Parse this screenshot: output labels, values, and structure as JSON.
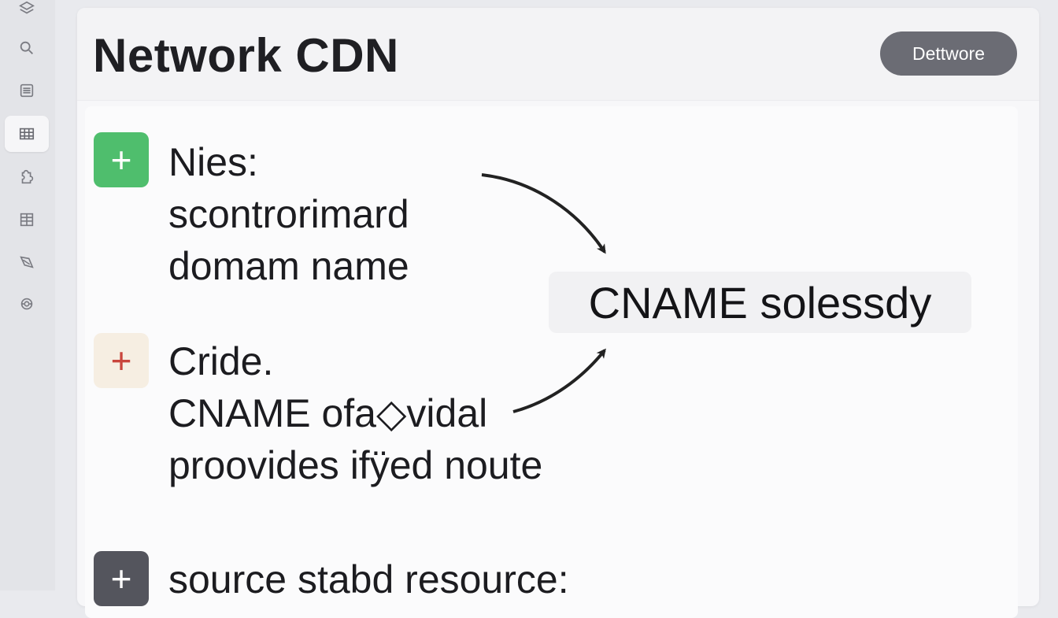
{
  "app": {
    "title": "Network CDN",
    "header_button_label": "Dettwore"
  },
  "sidebar": {
    "items": [
      {
        "icon": "layers-icon",
        "active": false
      },
      {
        "icon": "search-icon",
        "active": false
      },
      {
        "icon": "document-icon",
        "active": false
      },
      {
        "icon": "grid-icon",
        "active": true
      },
      {
        "icon": "puzzle-icon",
        "active": false
      },
      {
        "icon": "table-icon",
        "active": false
      },
      {
        "icon": "tag-icon",
        "active": false
      },
      {
        "icon": "globe-icon",
        "active": false
      }
    ]
  },
  "items": [
    {
      "icon": "plus-icon",
      "icon_bg": "#4fbe6d",
      "icon_color": "#ffffff",
      "lines": [
        "Nies:",
        "scontrorimard",
        "domam name"
      ]
    },
    {
      "icon": "plus-icon",
      "icon_bg": "#f6eee2",
      "icon_color": "#c9453c",
      "lines": [
        "Cride.",
        "CNAME ofa◇vidal",
        "proovides ifÿed noute"
      ]
    },
    {
      "icon": "plus-icon",
      "icon_bg": "#54555d",
      "icon_color": "#ffffff",
      "lines": [
        "source stabd resource:"
      ]
    }
  ],
  "callout": {
    "text": "CNAME solessdy"
  }
}
